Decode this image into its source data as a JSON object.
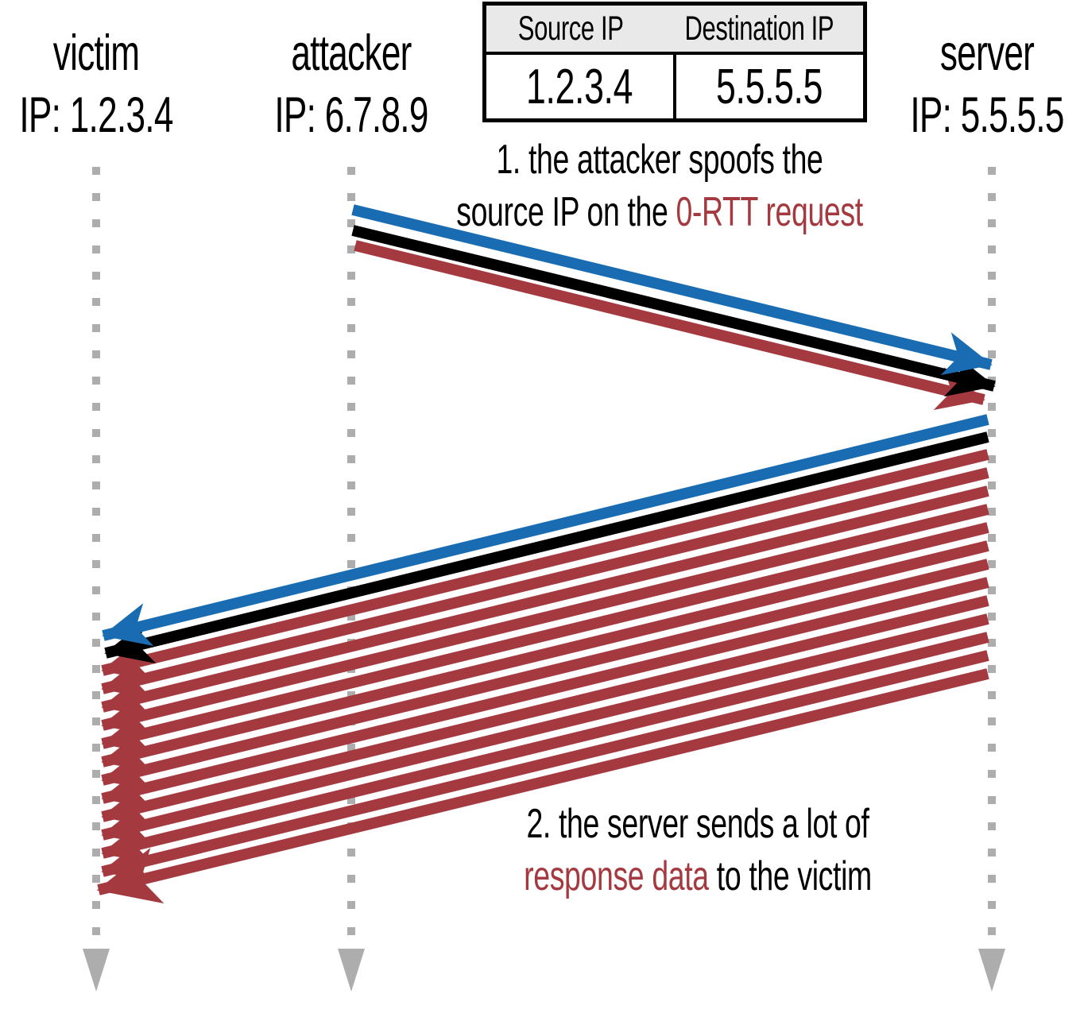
{
  "diagram": {
    "title_hint": "0-RTT request spoofing amplification attack sequence diagram",
    "colors": {
      "blue": "#1a6cb2",
      "black": "#000000",
      "red": "#a43a40",
      "gray": "#adadad",
      "table_header_bg": "#e9e9e9",
      "table_border": "#000000"
    },
    "actors": [
      {
        "id": "victim",
        "name": "victim",
        "ip": "IP: 1.2.3.4"
      },
      {
        "id": "attacker",
        "name": "attacker",
        "ip": "IP: 6.7.8.9"
      },
      {
        "id": "server",
        "name": "server",
        "ip": "IP: 5.5.5.5"
      }
    ],
    "packet_table": {
      "headers": [
        "Source IP",
        "Destination IP"
      ],
      "row": [
        "1.2.3.4",
        "5.5.5.5"
      ]
    },
    "annotations": [
      {
        "id": "step-1",
        "lines": [
          [
            {
              "text": "1. the attacker spoofs the",
              "color": "#000000"
            }
          ],
          [
            {
              "text": "source IP on the ",
              "color": "#000000"
            },
            {
              "text": "0-RTT request",
              "color": "#a43a40"
            }
          ]
        ]
      },
      {
        "id": "step-2",
        "lines": [
          [
            {
              "text": "2. the server sends a lot of",
              "color": "#000000"
            }
          ],
          [
            {
              "text": "response data",
              "color": "#a43a40"
            },
            {
              "text": " to the victim",
              "color": "#000000"
            }
          ]
        ]
      }
    ],
    "flows": [
      {
        "id": "request",
        "from": "attacker",
        "to": "server",
        "arrows": [
          "blue",
          "black",
          "red"
        ]
      },
      {
        "id": "response",
        "from": "server",
        "to": "victim",
        "arrows": [
          "blue",
          "black",
          "red",
          "red",
          "red",
          "red",
          "red",
          "red",
          "red",
          "red",
          "red",
          "red",
          "red",
          "red",
          "red"
        ]
      }
    ]
  }
}
